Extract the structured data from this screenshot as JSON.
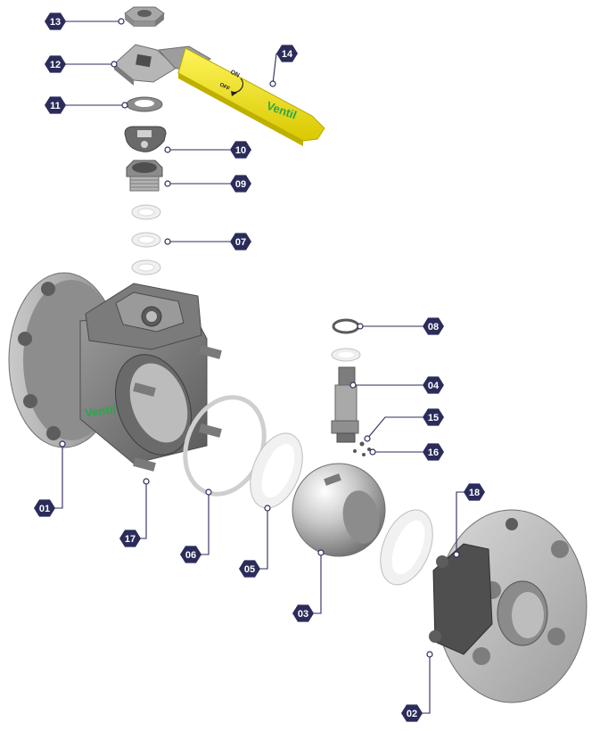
{
  "diagram": {
    "parts": [
      {
        "id": "part-13",
        "label": "13",
        "name": "hex nut"
      },
      {
        "id": "part-12",
        "label": "12",
        "name": "stop plate"
      },
      {
        "id": "part-14",
        "label": "14",
        "name": "lever handle"
      },
      {
        "id": "part-11",
        "label": "11",
        "name": "lock washer"
      },
      {
        "id": "part-10",
        "label": "10",
        "name": "tab washer"
      },
      {
        "id": "part-09",
        "label": "09",
        "name": "gland nut"
      },
      {
        "id": "part-07",
        "label": "07",
        "name": "stem packing"
      },
      {
        "id": "part-08",
        "label": "08",
        "name": "stem o-ring"
      },
      {
        "id": "part-04",
        "label": "04",
        "name": "stem"
      },
      {
        "id": "part-15",
        "label": "15",
        "name": "anti-static spring"
      },
      {
        "id": "part-16",
        "label": "16",
        "name": "anti-static ball"
      },
      {
        "id": "part-01",
        "label": "01",
        "name": "body"
      },
      {
        "id": "part-17",
        "label": "17",
        "name": "stud bolt"
      },
      {
        "id": "part-06",
        "label": "06",
        "name": "body gasket"
      },
      {
        "id": "part-05",
        "label": "05",
        "name": "seat"
      },
      {
        "id": "part-03",
        "label": "03",
        "name": "ball"
      },
      {
        "id": "part-18",
        "label": "18",
        "name": "nut"
      },
      {
        "id": "part-02",
        "label": "02",
        "name": "end cap"
      }
    ],
    "handle_text": {
      "on": "ON",
      "off": "OFF",
      "brand": "Ventil"
    },
    "body_brand": "Ventil"
  },
  "colors": {
    "label_bg": "#2b2c5a",
    "label_text": "#ffffff",
    "leader": "#2b2c5a",
    "handle": "#f2e400",
    "brand_green": "#2aa64a",
    "metal_dark": "#6d6d6d",
    "metal_light": "#b9b9b9",
    "ptfe": "#ececec"
  }
}
